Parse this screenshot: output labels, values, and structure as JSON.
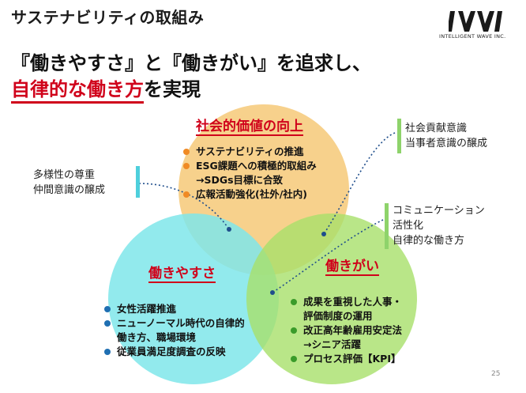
{
  "header": {
    "title": "サステナビリティの取組み",
    "logo_text": "INTELLIGENT WAVE INC."
  },
  "headline": {
    "line1": "『働きやすさ』と『働きがい』を追求し、",
    "line2_accent": "自律的な働き方",
    "line2_rest": "を実現"
  },
  "circles": {
    "social": {
      "label": "社会的価値の向上",
      "color": "#f6c978",
      "bullet_color": "#f08a24",
      "items": [
        {
          "text": "サステナビリティの推進",
          "bullet": true
        },
        {
          "text": "ESG課題への積極的取組み",
          "bullet": true
        },
        {
          "text": "→SDGs目標に合致",
          "bullet": false
        },
        {
          "text": "広報活動強化(社外/社内)",
          "bullet": true
        }
      ]
    },
    "easy": {
      "label": "働きやすさ",
      "color": "#7fe6ea",
      "bullet_color": "#1f6fb2",
      "items": [
        {
          "text": "女性活躍推進",
          "bullet": true
        },
        {
          "text": "ニューノーマル時代の自律的",
          "bullet": true
        },
        {
          "text": "働き方、職場環境",
          "bullet": false
        },
        {
          "text": "従業員満足度調査の反映",
          "bullet": true
        }
      ]
    },
    "worth": {
      "label": "働きがい",
      "color": "#a8e06a",
      "bullet_color": "#3a9b2a",
      "items": [
        {
          "text": "成果を重視した人事・",
          "bullet": true
        },
        {
          "text": "評価制度の運用",
          "bullet": false
        },
        {
          "text": "改正高年齢雇用安定法",
          "bullet": true
        },
        {
          "text": "→シニア活躍",
          "bullet": false
        },
        {
          "text": "プロセス評価【KPI】",
          "bullet": true
        }
      ]
    }
  },
  "notes": {
    "left": [
      "多様性の尊重",
      "仲間意識の醸成"
    ],
    "top_right": [
      "社会貢献意識",
      "当事者意識の醸成"
    ],
    "right": [
      "コミュニケーション",
      "活性化",
      "自律的な働き方"
    ]
  },
  "page_number": "25"
}
